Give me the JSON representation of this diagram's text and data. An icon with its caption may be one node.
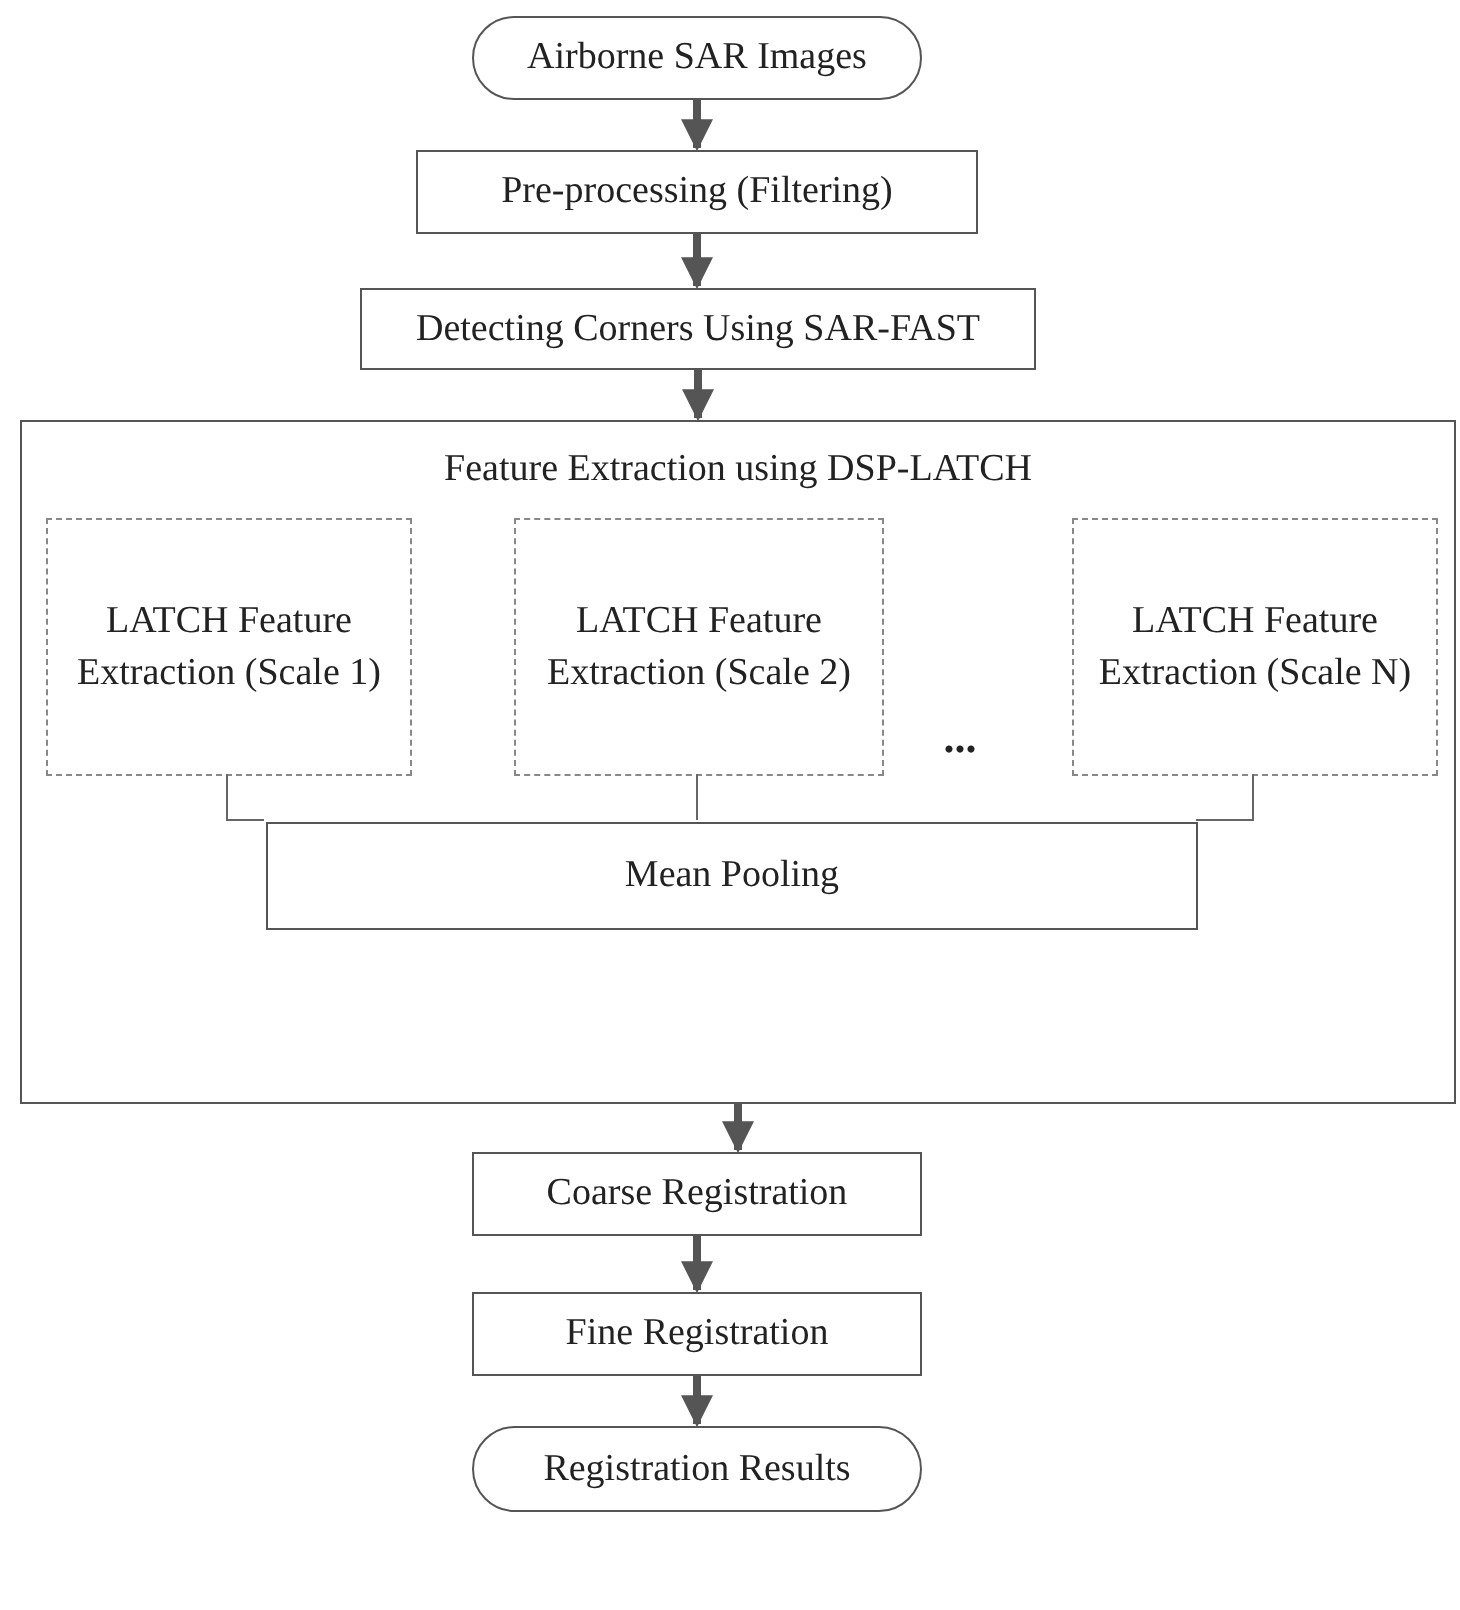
{
  "diagram": {
    "nodes": [
      {
        "text": [
          "Airborne SAR Images"
        ]
      },
      {
        "text": [
          "Pre-processing (Filtering)"
        ]
      },
      {
        "text": [
          "Detecting Corners Using SAR-FAST"
        ]
      },
      {
        "text": [
          "Feature Extraction using DSP-LATCH"
        ]
      },
      {
        "text": [
          "LATCH Feature Extraction (Scale 1)"
        ],
        "in": 3
      },
      {
        "text": [
          "LATCH Feature Extraction (Scale 2)"
        ],
        "in": 3
      },
      {
        "text": [
          "LATCH Feature Extraction (Scale N)"
        ],
        "in": 3
      },
      {
        "text": [
          "Mean Pooling"
        ],
        "in": 3
      },
      {
        "text": [
          "Coarse Registration"
        ]
      },
      {
        "text": [
          "Fine Registration"
        ]
      },
      {
        "text": [
          "Registration Results"
        ]
      }
    ],
    "edges": [
      {
        "from": 0,
        "to": 1,
        "arrow": "to"
      },
      {
        "from": 1,
        "to": 2,
        "arrow": "to"
      },
      {
        "from": 2,
        "to": 3,
        "arrow": "to"
      },
      {
        "from": 4,
        "to": 7,
        "arrow": "none"
      },
      {
        "from": 5,
        "to": 7,
        "arrow": "none"
      },
      {
        "from": 6,
        "to": 7,
        "arrow": "none"
      },
      {
        "from": 3,
        "to": 8,
        "arrow": "to"
      },
      {
        "from": 8,
        "to": 9,
        "arrow": "to"
      },
      {
        "from": 9,
        "to": 10,
        "arrow": "to"
      }
    ],
    "labels": [
      "..."
    ]
  }
}
